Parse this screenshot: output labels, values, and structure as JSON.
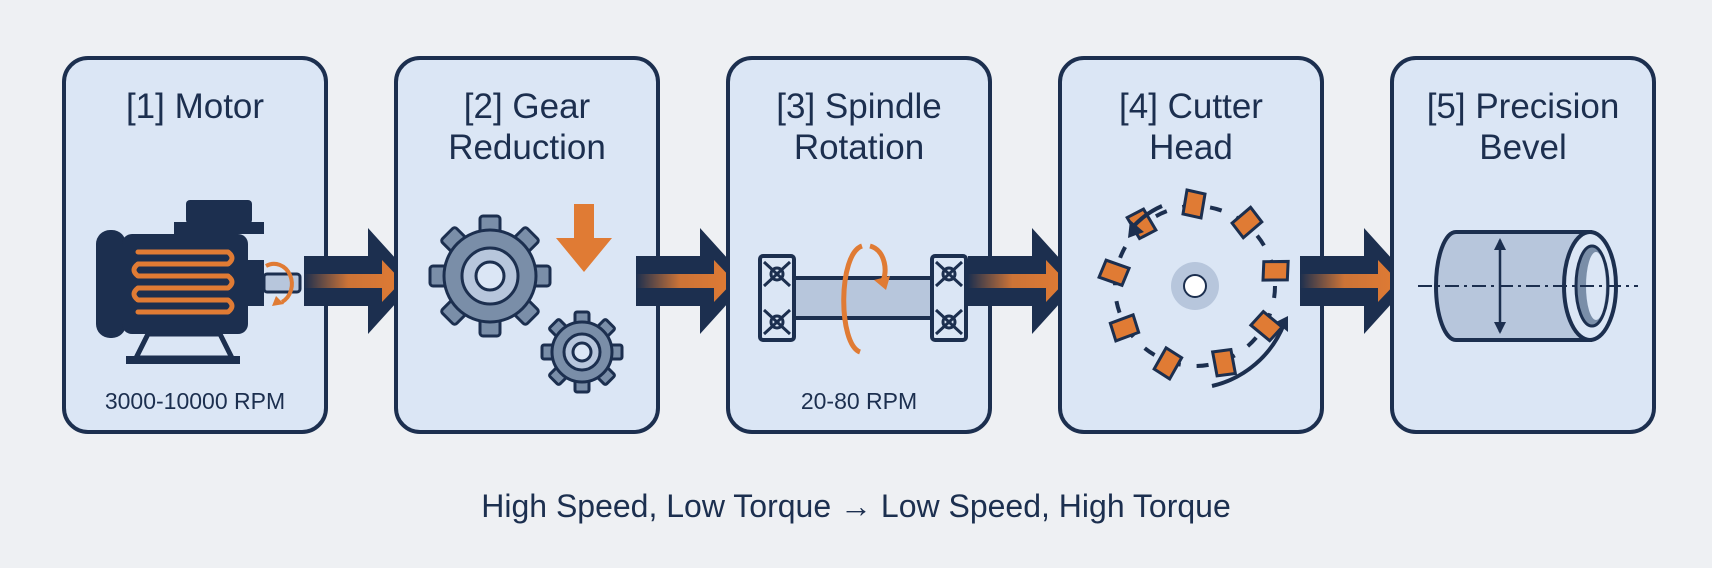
{
  "colors": {
    "navy": "#1c2f4f",
    "panel": "#dbe6f5",
    "accent": "#e07b34",
    "steel": "#7a8ea8",
    "steel_light": "#b7c6dc"
  },
  "steps": [
    {
      "label": "[1] Motor",
      "detail": "3000-10000 RPM",
      "icon": "motor-icon"
    },
    {
      "label": "[2] Gear\nReduction",
      "detail": "",
      "icon": "gears-icon"
    },
    {
      "label": "[3] Spindle\nRotation",
      "detail": "20-80 RPM",
      "icon": "spindle-icon"
    },
    {
      "label": "[4] Cutter\nHead",
      "detail": "",
      "icon": "cutter-head-icon"
    },
    {
      "label": "[5] Precision\nBevel",
      "detail": "",
      "icon": "bevel-cylinder-icon"
    }
  ],
  "caption": "High Speed, Low Torque → Low Speed, High Torque"
}
